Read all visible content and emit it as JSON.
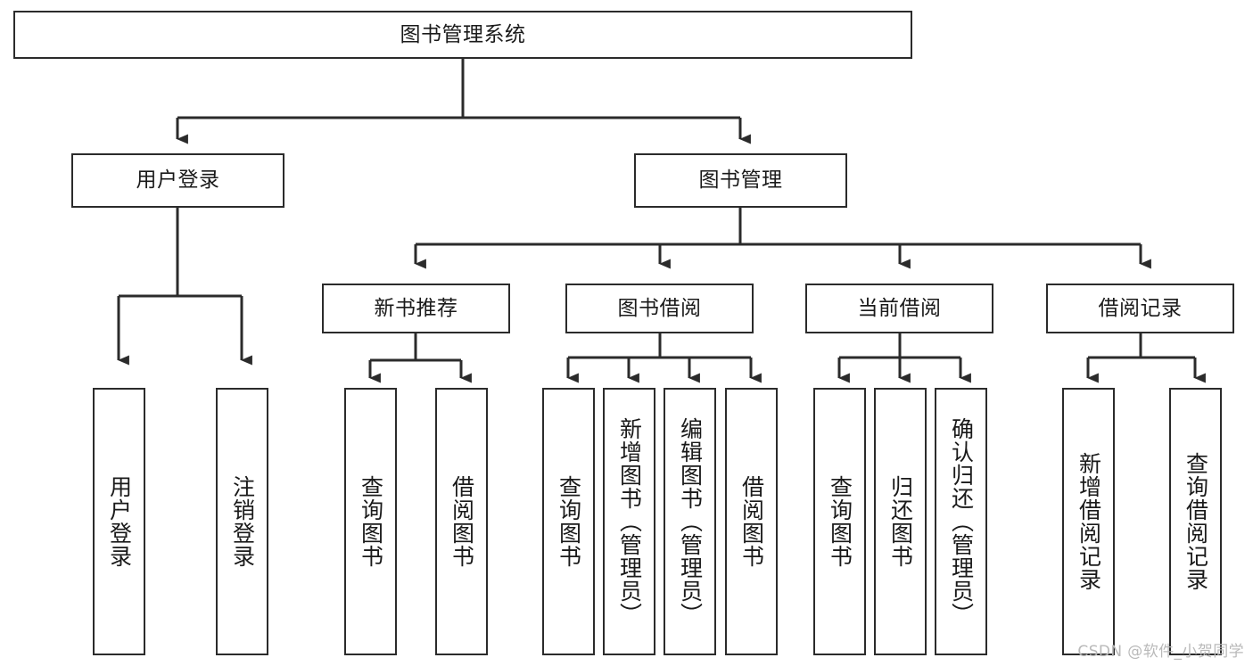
{
  "diagram": {
    "type": "tree",
    "title": "图书管理系统",
    "watermark": "CSDN @软件_小贺同学",
    "root": {
      "id": "root",
      "label": "图书管理系统"
    },
    "level2": [
      {
        "id": "user-login",
        "label": "用户登录"
      },
      {
        "id": "book-manage",
        "label": "图书管理"
      }
    ],
    "level3": [
      {
        "id": "new-book-recommend",
        "label": "新书推荐",
        "parent": "book-manage"
      },
      {
        "id": "book-borrow",
        "label": "图书借阅",
        "parent": "book-manage"
      },
      {
        "id": "current-borrow",
        "label": "当前借阅",
        "parent": "book-manage"
      },
      {
        "id": "borrow-record",
        "label": "借阅记录",
        "parent": "book-manage"
      }
    ],
    "leaves": [
      {
        "id": "leaf-user-login",
        "label": "用户登录",
        "parent": "user-login"
      },
      {
        "id": "leaf-user-logout",
        "label": "注销登录",
        "parent": "user-login"
      },
      {
        "id": "leaf-query-book-1",
        "label": "查询图书",
        "parent": "new-book-recommend"
      },
      {
        "id": "leaf-borrow-book-1",
        "label": "借阅图书",
        "parent": "new-book-recommend"
      },
      {
        "id": "leaf-query-book-2",
        "label": "查询图书",
        "parent": "book-borrow"
      },
      {
        "id": "leaf-add-book",
        "label": "新增图书（管理员）",
        "parent": "book-borrow"
      },
      {
        "id": "leaf-edit-book",
        "label": "编辑图书（管理员）",
        "parent": "book-borrow"
      },
      {
        "id": "leaf-borrow-book-2",
        "label": "借阅图书",
        "parent": "book-borrow"
      },
      {
        "id": "leaf-query-book-3",
        "label": "查询图书",
        "parent": "current-borrow"
      },
      {
        "id": "leaf-return-book",
        "label": "归还图书",
        "parent": "current-borrow"
      },
      {
        "id": "leaf-confirm-return",
        "label": "确认归还（管理员）",
        "parent": "current-borrow"
      },
      {
        "id": "leaf-add-record",
        "label": "新增借阅记录",
        "parent": "borrow-record"
      },
      {
        "id": "leaf-query-record",
        "label": "查询借阅记录",
        "parent": "borrow-record"
      }
    ],
    "colors": {
      "stroke": "#2b2b2b",
      "fill": "#ffffff",
      "text": "#1a1a1a",
      "watermark": "#b9b9b9"
    }
  }
}
